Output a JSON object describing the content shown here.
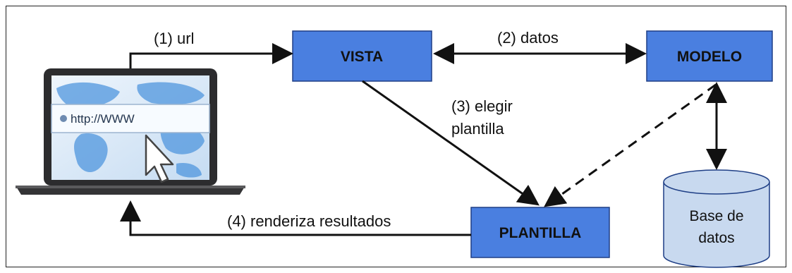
{
  "colors": {
    "box_fill": "#4a7fe0",
    "box_stroke": "#1f3f86",
    "db_fill": "#c8d9ef",
    "arrow": "#111111"
  },
  "nodes": {
    "vista": "VISTA",
    "modelo": "MODELO",
    "plantilla": "PLANTILLA",
    "database": {
      "line1": "Base de",
      "line2": "datos"
    }
  },
  "laptop": {
    "address_text": "http://WWW",
    "icon": "laptop-browser-icon"
  },
  "edges": {
    "url": "(1) url",
    "datos": "(2) datos",
    "elegir_line1": "(3) elegir",
    "elegir_line2": "plantilla",
    "renderiza": "(4) renderiza resultados"
  }
}
